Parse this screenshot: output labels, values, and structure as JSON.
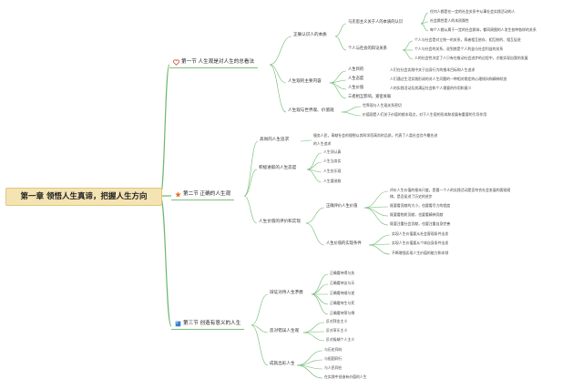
{
  "root": "第一章 领悟人生真谛，把握人生方向",
  "sections": [
    {
      "title": "第一节 人生观是对人生的总看法",
      "icon": "heart-icon",
      "color": "#e0473c"
    },
    {
      "title": "第二节 正确的人生观",
      "icon": "star-icon",
      "color": "#e8732d"
    },
    {
      "title": "第三节 创造有意义的人生",
      "icon": "flag-icon",
      "color": "#3a7ec2"
    }
  ],
  "s1": {
    "n1": "正确认识人的本质",
    "n1a": "马克思主义关于人的本质的认识",
    "n1a_items": [
      "任何人都是在一定的社会关系中从事社会实践活动的人",
      "社会属性是人的本质属性",
      "每个人都从属于一定的社会群体，都同周围的人发生各种各样的关系"
    ],
    "n1b": "个人与社会的辩证关系",
    "n1b_items": [
      "个人与社会是对立统一的关系，两者相互依存、相互制约、相互促进",
      "个人与社会的关系，说到底是个人利益与社会利益的关系",
      "人的社会性决定了人只有在推动社会进步的过程中，才能实现自我的发展"
    ],
    "n2": "人生观的主要内容",
    "n2_items": [
      {
        "k": "人生目的",
        "v": "人们在社会实践中关于自身行为的根本目标和人生追求"
      },
      {
        "k": "人生态度",
        "v": "人们通过生活实践形成的对人生问题的一种相对稳定的心理倾向和精神状态"
      },
      {
        "k": "人生价值",
        "v": "人的实践活动及其满足社会和个人需要的作用和意义"
      },
      {
        "k": "三者相互影响，紧密关联",
        "v": ""
      }
    ],
    "n3": "人生观与世界观、价值观",
    "n3_items": [
      "世界观与人生观关系密切",
      "价值观是人们关于价值的根本观点，对于人生观的形成和发展有重要的引导作用"
    ]
  },
  "s2": {
    "n1": "高尚的人生追求",
    "n1_text": [
      "服务人民，奉献社会的理想以其科学而高尚的品质，代表了人类社会迄今最先进",
      "的人生追求"
    ],
    "n2": "积极进取的人生态度",
    "n2_items": [
      "人生须认真",
      "人生当务实",
      "人生应乐观",
      "人生要进取"
    ],
    "n3": "人生价值的评价和实现",
    "n3a": "正确评价人生价值",
    "n3a_items": [
      "评价人生价值的根本尺度，是看一个人的实践活动是否符合社会发展的客观规",
      "律，是否促进了历史的进步",
      "既要看贡献的大小，也要看尽力的程度",
      "既要看物质贡献，也要看精神贡献",
      "既要注重社会贡献，也要注重自身完善"
    ],
    "n3b": "人生价值的实现条件",
    "n3b_items": [
      "实现人生价值要从社会客观条件出发",
      "实现人生价值要从个体自身条件出发",
      "不断增强实现人生价值的能力和本领"
    ]
  },
  "s3": {
    "n1": "辩证对待人生矛盾",
    "n1_items": [
      "正确看待得与失",
      "正确看待苦与乐",
      "正确看待顺与逆",
      "正确看待生与死",
      "正确看待荣与辱"
    ],
    "n2": "反对错误人生观",
    "n2_items": [
      "反对拜金主义",
      "反对享乐主义",
      "反对极端个人主义"
    ],
    "n3": "成就出彩人生",
    "n3_items": [
      "与历史同向",
      "与祖国同行",
      "与人民同在",
      "在实践中创造有价值的人生"
    ]
  }
}
